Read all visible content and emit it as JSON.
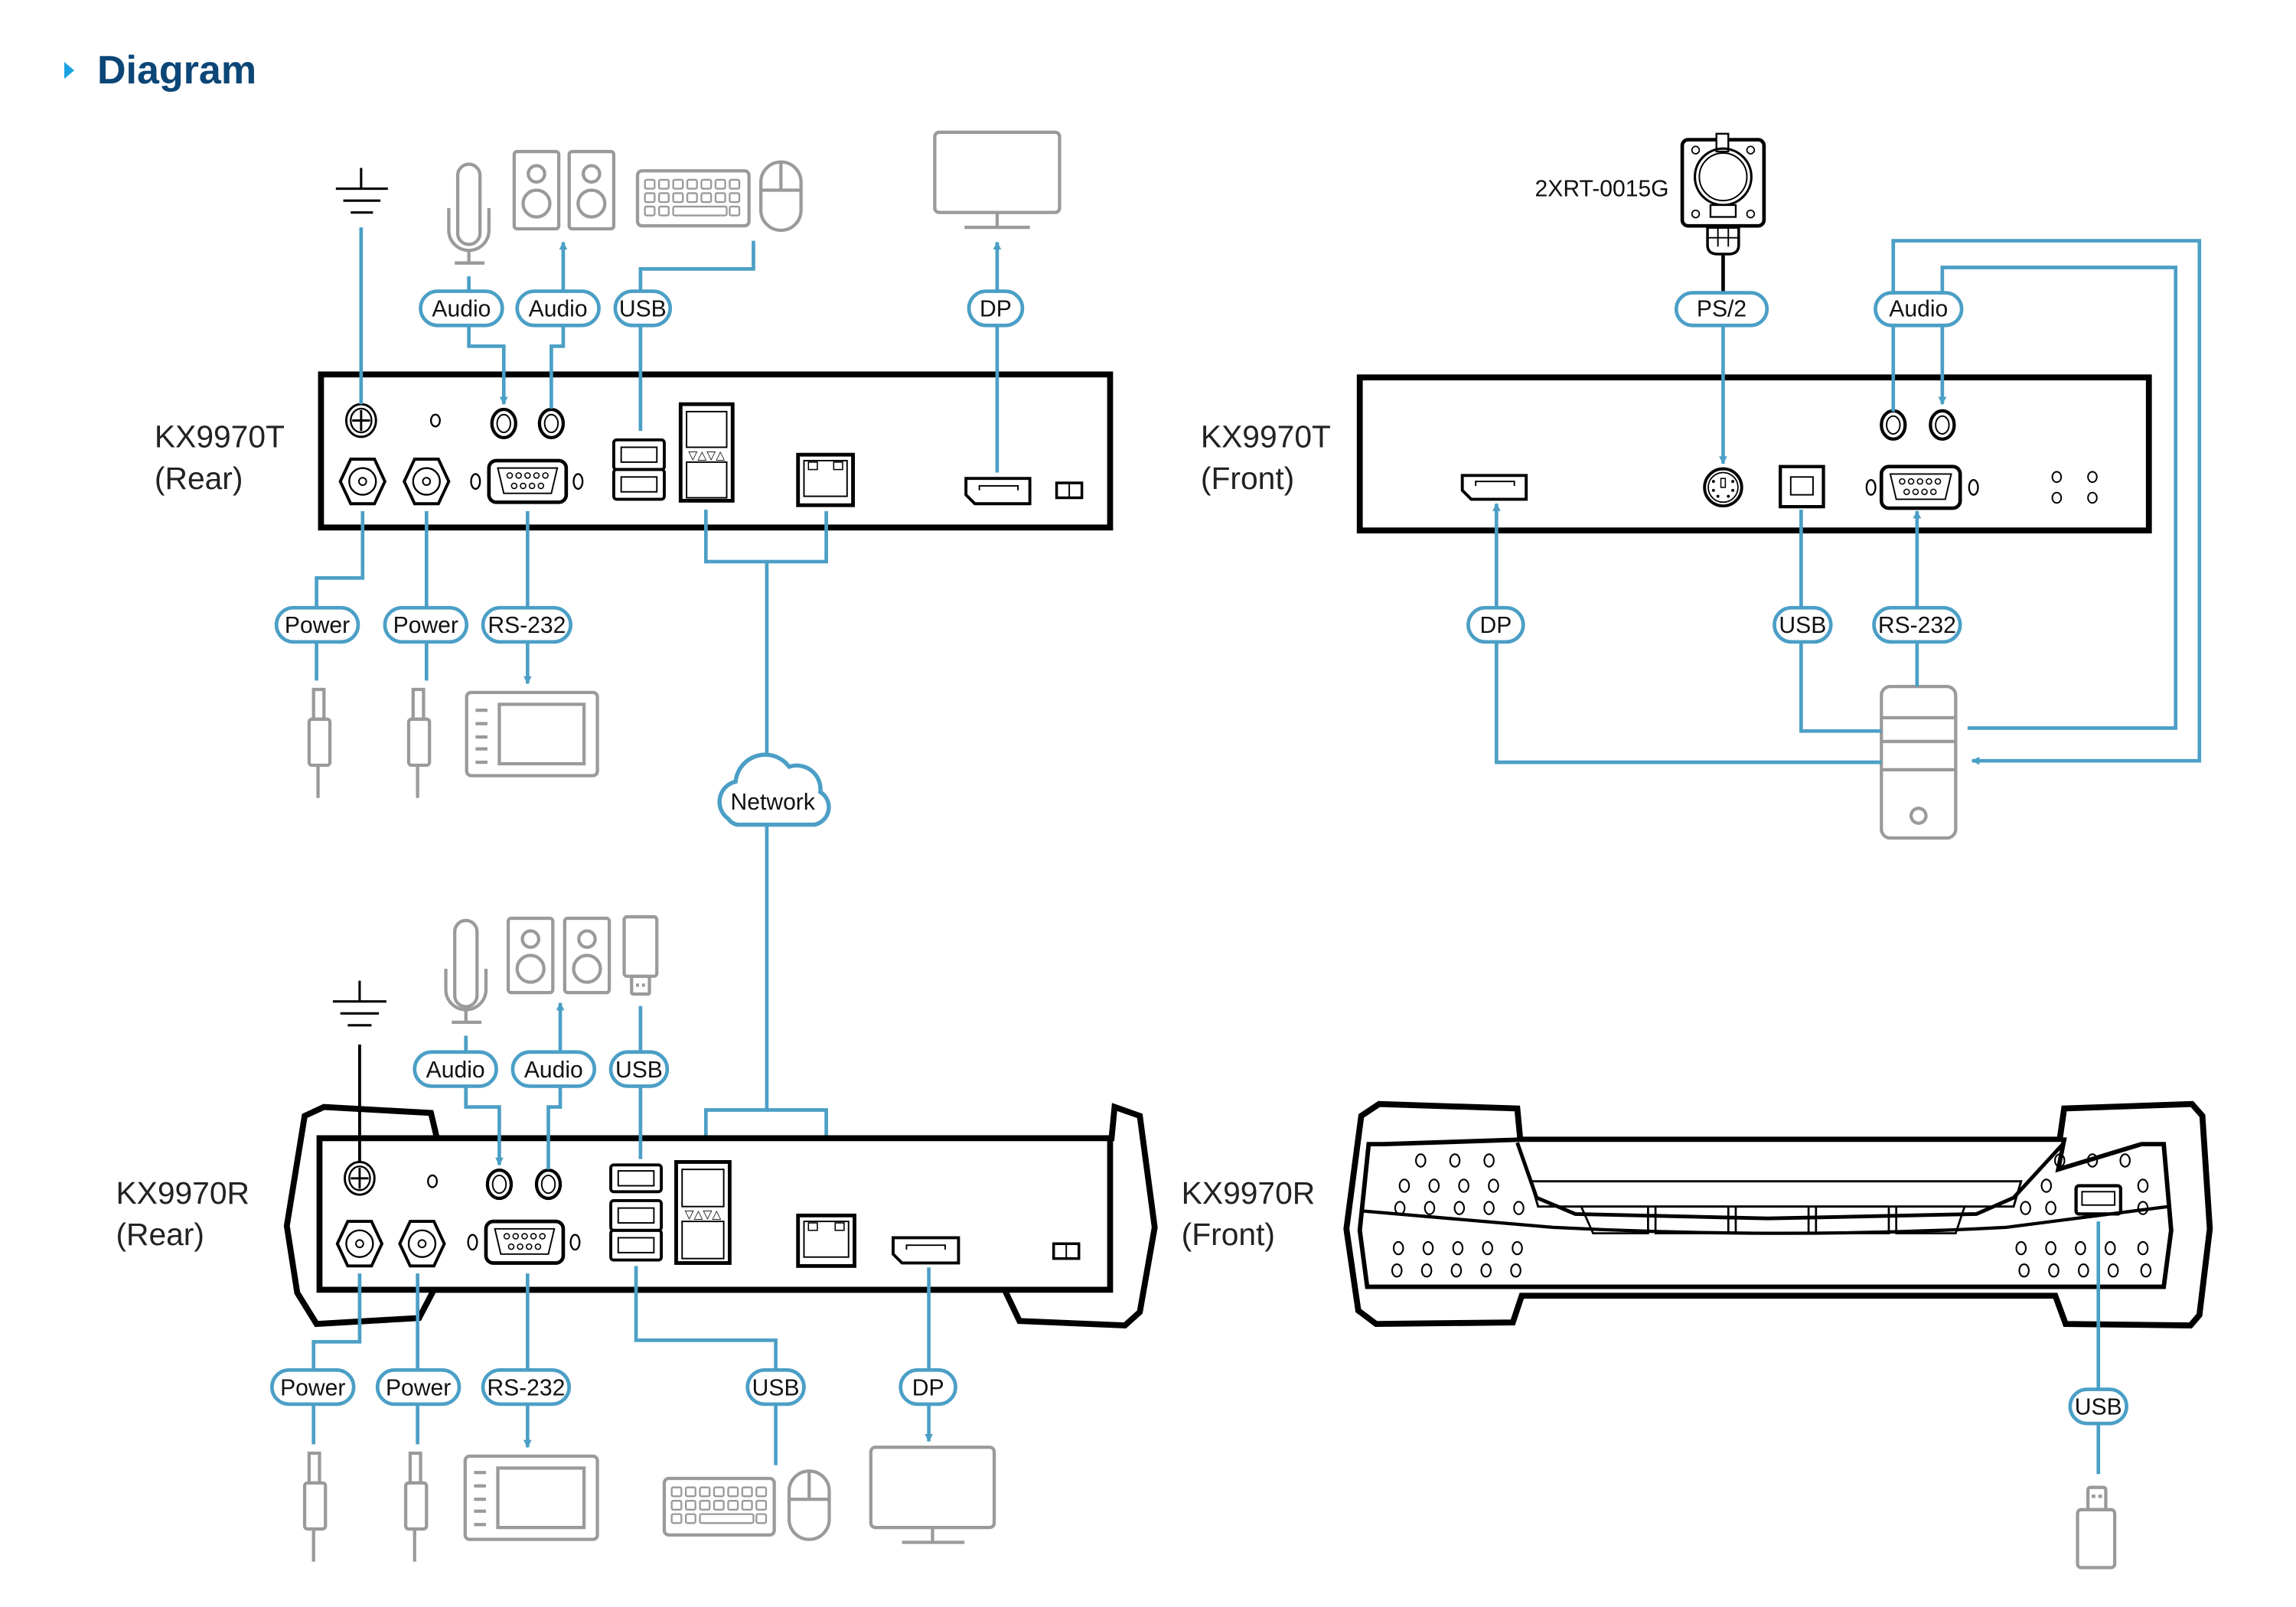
{
  "header": {
    "title": "Diagram",
    "accent": "#1aa3e0",
    "title_color": "#0b4677"
  },
  "colors": {
    "cable": "#4b9fc6",
    "device_outline": "#9a9a9a",
    "panel_outline": "#000000"
  },
  "devices": {
    "tx_rear": {
      "name": "KX9970T",
      "view": "(Rear)"
    },
    "tx_front": {
      "name": "KX9970T",
      "view": "(Front)"
    },
    "rx_rear": {
      "name": "KX9970R",
      "view": "(Rear)"
    },
    "rx_front": {
      "name": "KX9970R",
      "view": "(Front)"
    },
    "camera": {
      "model": "2XRT-0015G"
    }
  },
  "labels": {
    "audio": "Audio",
    "usb": "USB",
    "dp": "DP",
    "power": "Power",
    "rs232": "RS-232",
    "ps2": "PS/2",
    "network": "Network"
  },
  "connections": {
    "tx_rear_top": [
      "Audio",
      "Audio",
      "USB",
      "DP"
    ],
    "tx_rear_bottom": [
      "Power",
      "Power",
      "RS-232"
    ],
    "tx_front_top": [
      "PS/2",
      "Audio"
    ],
    "tx_front_bottom": [
      "DP",
      "USB",
      "RS-232"
    ],
    "rx_rear_top": [
      "Audio",
      "Audio",
      "USB"
    ],
    "rx_rear_bottom": [
      "Power",
      "Power",
      "RS-232",
      "USB",
      "DP"
    ],
    "rx_front_bottom": [
      "USB"
    ],
    "link": "Network"
  }
}
